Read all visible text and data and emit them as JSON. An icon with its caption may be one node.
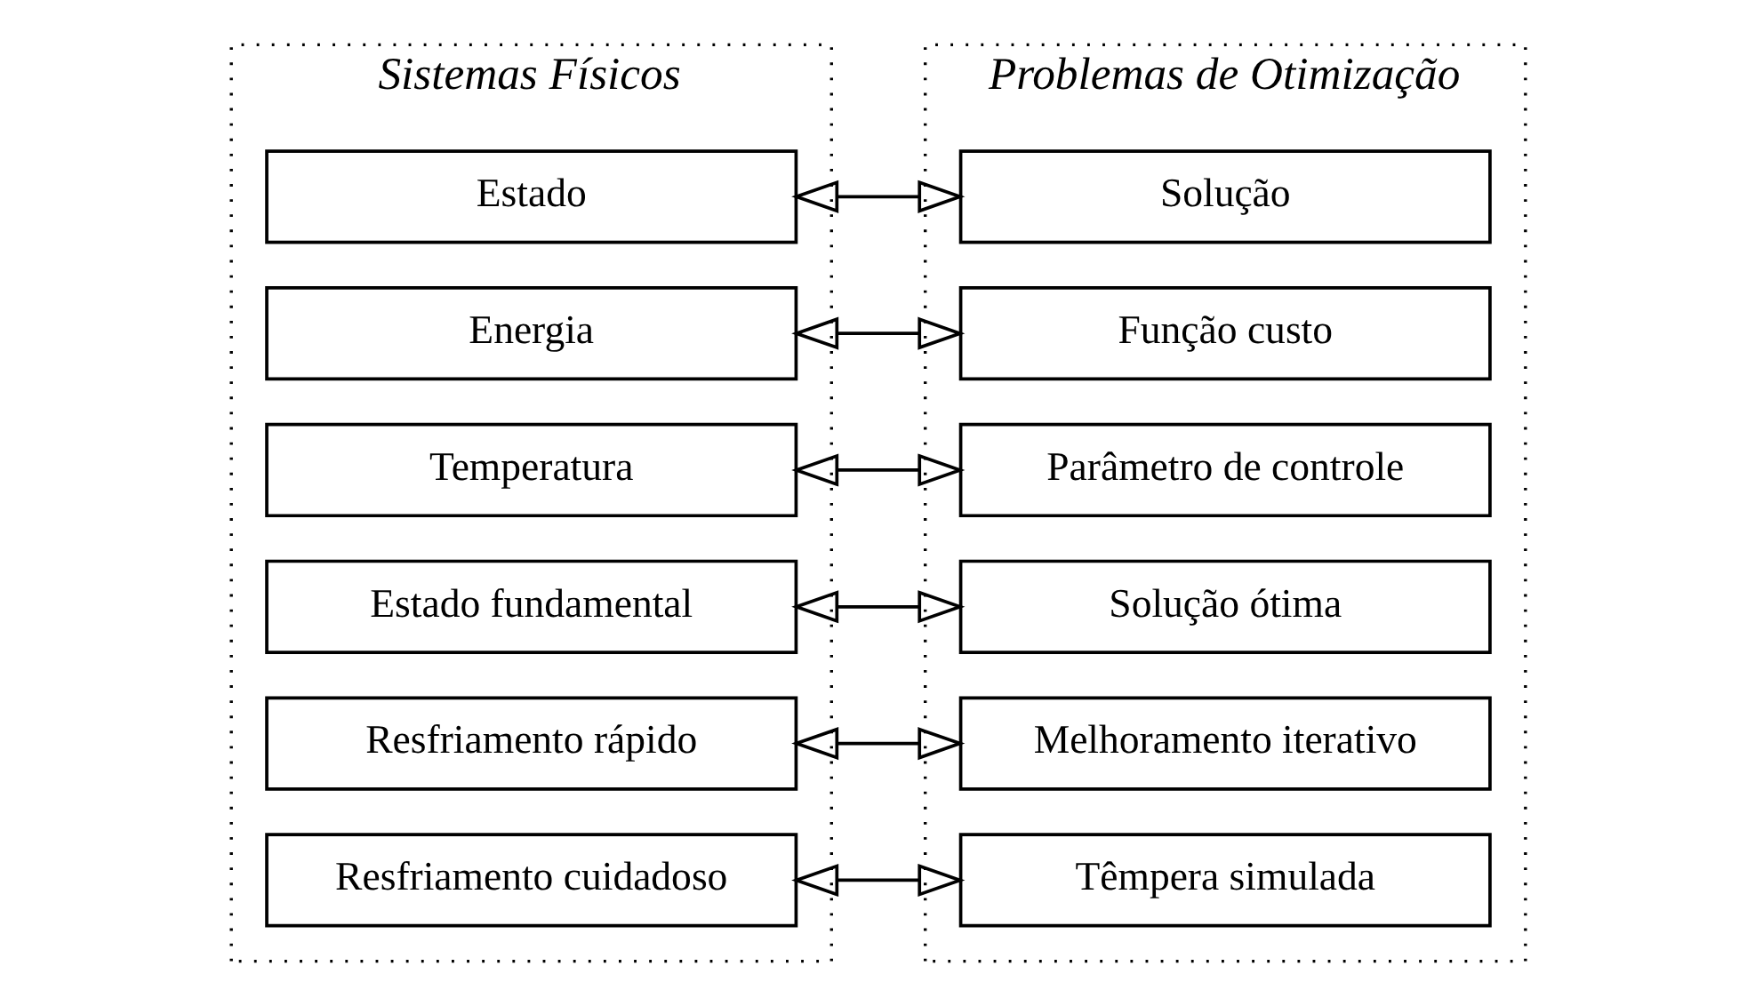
{
  "diagram": {
    "nodes": [
      {
        "text": [
          "Sistemas Físicos"
        ]
      },
      {
        "text": [
          "Estado"
        ],
        "in": 0
      },
      {
        "text": [
          "Energia"
        ],
        "in": 0
      },
      {
        "text": [
          "Temperatura"
        ],
        "in": 0
      },
      {
        "text": [
          "Estado fundamental"
        ],
        "in": 0
      },
      {
        "text": [
          "Resfriamento rápido"
        ],
        "in": 0
      },
      {
        "text": [
          "Resfriamento cuidadoso"
        ],
        "in": 0
      },
      {
        "text": [
          "Problemas de Otimização"
        ]
      },
      {
        "text": [
          "Solução"
        ],
        "in": 7
      },
      {
        "text": [
          "Função custo"
        ],
        "in": 7
      },
      {
        "text": [
          "Parâmetro de controle"
        ],
        "in": 7
      },
      {
        "text": [
          "Solução ótima"
        ],
        "in": 7
      },
      {
        "text": [
          "Melhoramento iterativo"
        ],
        "in": 7
      },
      {
        "text": [
          "Têmpera simulada"
        ],
        "in": 7
      }
    ],
    "edges": [
      {
        "from": 1,
        "to": 8,
        "arrow": "both"
      },
      {
        "from": 2,
        "to": 9,
        "arrow": "both"
      },
      {
        "from": 3,
        "to": 10,
        "arrow": "both"
      },
      {
        "from": 4,
        "to": 11,
        "arrow": "both"
      },
      {
        "from": 5,
        "to": 12,
        "arrow": "both"
      },
      {
        "from": 6,
        "to": 13,
        "arrow": "both"
      }
    ]
  }
}
